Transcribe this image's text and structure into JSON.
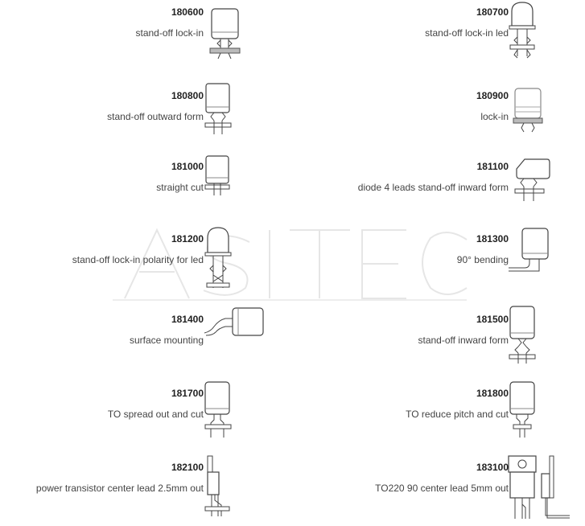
{
  "watermark": "ASITEC",
  "items": [
    {
      "code": "180600",
      "desc": "stand-off lock-in",
      "drawing": "capacitor-standoff-lockin"
    },
    {
      "code": "180700",
      "desc": "stand-off lock-in led",
      "drawing": "led-standoff-lockin"
    },
    {
      "code": "180800",
      "desc": "stand-off outward form",
      "drawing": "capacitor-standoff-outward"
    },
    {
      "code": "180900",
      "desc": "lock-in",
      "drawing": "capacitor-lockin"
    },
    {
      "code": "181000",
      "desc": "straight cut",
      "drawing": "capacitor-straight-cut"
    },
    {
      "code": "181100",
      "desc": "diode 4 leads stand-off inward form",
      "drawing": "diode-4-leads"
    },
    {
      "code": "181200",
      "desc": "stand-off lock-in polarity for led",
      "drawing": "led-polarity"
    },
    {
      "code": "181300",
      "desc": "90° bending",
      "drawing": "capacitor-90-bending"
    },
    {
      "code": "181400",
      "desc": "surface mounting",
      "drawing": "capacitor-surface-mount"
    },
    {
      "code": "181500",
      "desc": "stand-off inward form",
      "drawing": "capacitor-standoff-inward"
    },
    {
      "code": "181700",
      "desc": "TO spread out and cut",
      "drawing": "capacitor-spread-cut"
    },
    {
      "code": "181800",
      "desc": "TO reduce pitch and cut",
      "drawing": "capacitor-reduce-pitch"
    },
    {
      "code": "182100",
      "desc": "power transistor center lead 2.5mm out",
      "drawing": "power-transistor"
    },
    {
      "code": "183100",
      "desc": "TO220 90 center lead 5mm out",
      "drawing": "to220"
    }
  ]
}
